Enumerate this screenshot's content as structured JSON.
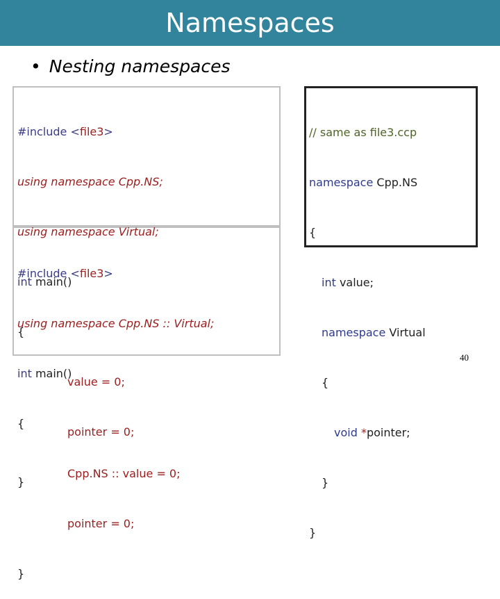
{
  "slide": {
    "title": "Namespaces",
    "bullet": "Nesting namespaces",
    "page_number": "40"
  },
  "box1": {
    "l1_prefix": "#include <",
    "l1_file": "file3",
    "l1_suffix": ">",
    "l2": "using namespace Cpp.NS;",
    "l3": "using namespace Virtual;",
    "l4_kw": "int",
    "l4_rest": " main()",
    "l5": "{",
    "l6": "value = 0;",
    "l7": "pointer = 0;",
    "l8": "}"
  },
  "box2": {
    "l1_prefix": "#include <",
    "l1_file": "file3",
    "l1_suffix": ">",
    "l2": "using namespace Cpp.NS :: Virtual;",
    "l3_kw": "int",
    "l3_rest": " main()",
    "l4": "{",
    "l5": "Cpp.NS :: value = 0;",
    "l6": "pointer = 0;",
    "l7": "}"
  },
  "box3": {
    "l1": "// same as file3.ccp",
    "l2_kw": "namespace",
    "l2_rest": " Cpp.NS",
    "l3": "{",
    "l4_kw": "int",
    "l4_rest": " value;",
    "l5_kw": "namespace",
    "l5_rest": " Virtual",
    "l6": "{",
    "l7_kw": "void",
    "l7_star": " *",
    "l7_rest": "pointer;",
    "l8": "}",
    "l9": "}"
  }
}
